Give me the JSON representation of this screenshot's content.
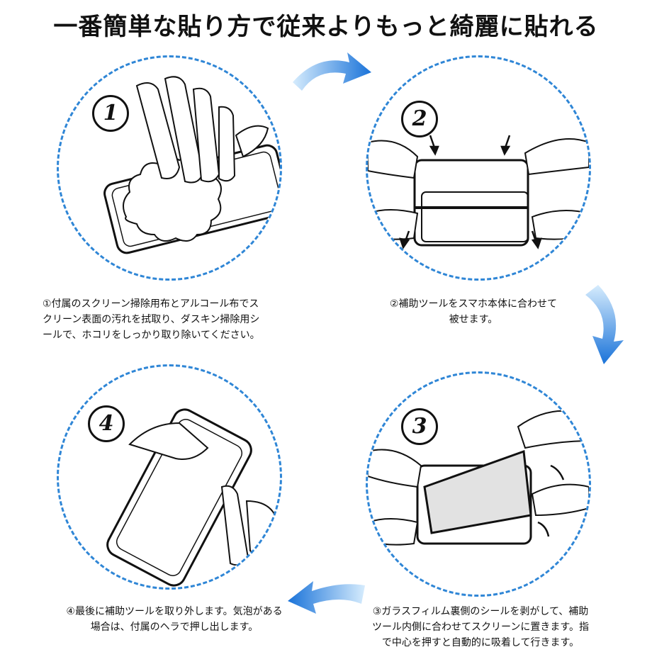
{
  "title": "一番簡単な貼り方で従来よりもっと綺麗に貼れる",
  "steps": [
    {
      "number": "1",
      "caption_lines": [
        "①付属のスクリーン掃除用布とアルコール布でス",
        "クリーン表面の汚れを拭取り、ダスキン掃除用シ",
        "ールで、ホコリをしっかり取り除いてください。"
      ]
    },
    {
      "number": "2",
      "caption_lines": [
        "②補助ツールをスマホ本体に合わせて",
        "被せます。"
      ]
    },
    {
      "number": "3",
      "caption_lines": [
        "③ガラスフィルム裏側のシールを剥がして、補助",
        "ツール内側に合わせてスクリーンに置きます。指",
        "で中心を押すと自動的に吸着して行きます。"
      ]
    },
    {
      "number": "4",
      "caption_lines": [
        "④最後に補助ツールを取り外します。気泡がある",
        "場合は、付属のヘラで押し出します。"
      ]
    }
  ],
  "colors": {
    "dashed_circle": "#2f86d6",
    "arrow_dark": "#1a73d9",
    "arrow_light": "#bfe0fb"
  },
  "icons": [
    "curved-arrow-right-icon",
    "curved-arrow-down-icon",
    "curved-arrow-left-icon"
  ]
}
